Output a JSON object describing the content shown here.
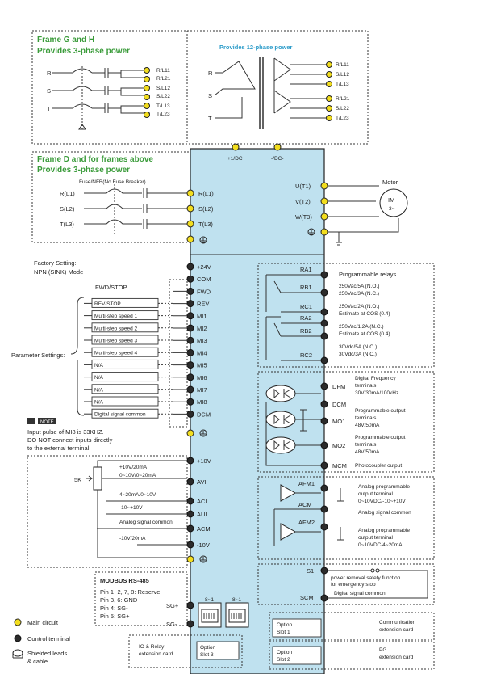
{
  "frame_gh": {
    "title1": "Frame G and H",
    "title2": "Provides 3-phase power",
    "phases": [
      "R",
      "S",
      "T"
    ],
    "out_top": [
      "R/L11",
      "S/L12",
      "T/L13"
    ],
    "out_bot": [
      "R/L21",
      "S/L22",
      "T/L23"
    ]
  },
  "twelve_phase": {
    "title": "Provides 12-phase power",
    "phases": [
      "R",
      "S",
      "T"
    ],
    "outputs": [
      "R/L11",
      "S/L12",
      "T/L13",
      "R/L21",
      "S/L22",
      "T/L23"
    ]
  },
  "frame_d": {
    "title1": "Frame D and for frames above",
    "title2": "Provides 3-phase power",
    "fuse_label": "Fuse/NFB(No Fuse Breaker)",
    "inputs": [
      "R(L1)",
      "S(L2)",
      "T(L3)"
    ]
  },
  "power_terminals": {
    "dc_pos": "+1/DC+",
    "dc_neg": "-/DC-",
    "inputs": [
      "R(L1)",
      "S(L2)",
      "T(L3)"
    ],
    "outputs": [
      "U(T1)",
      "V(T2)",
      "W(T3)"
    ]
  },
  "motor": {
    "label": "Motor",
    "name": "IM",
    "phase": "3~"
  },
  "factory": {
    "line1": "Factory Setting:",
    "line2": "NPN (SINK) Mode"
  },
  "control_terminals": [
    "+24V",
    "COM",
    "FWD",
    "REV",
    "MI1",
    "MI2",
    "MI3",
    "MI4",
    "MI5",
    "MI6",
    "MI7",
    "MI8",
    "DCM"
  ],
  "fwd_stop": "FWD/STOP",
  "param_label": "Parameter Settings:",
  "param_items": [
    "REV/STOP",
    "Multi-step speed 1",
    "Multi-step speed 2",
    "Multi-step speed 3",
    "Multi-step speed 4",
    "N/A",
    "N/A",
    "N/A",
    "N/A",
    "Digital signal common"
  ],
  "note": {
    "badge": "NOTE",
    "line1": "Input pulse of MI8 is 33KHZ.",
    "line2": "DO NOT connect inputs directly",
    "line3": "to the external terminal"
  },
  "analog_terminals": [
    "+10V",
    "AVI",
    "ACI",
    "AUI",
    "ACM",
    "-10V"
  ],
  "analog_labels": [
    "+10V/20mA",
    "0~10V/0~20mA",
    "4~20mA/0~10V",
    "-10~+10V",
    "Analog signal common",
    "-10V/20mA"
  ],
  "pot_label": "5K",
  "modbus": {
    "title": "MODBUS RS-485",
    "lines": [
      "Pin 1~2, 7, 8: Reserve",
      "Pin 3, 6: GND",
      "Pin 4: SG-",
      "Pin 5: SG+"
    ],
    "sg_plus": "SG+",
    "sg_minus": "SG-",
    "port_label": "8~1"
  },
  "relays": {
    "title": "Programmable relays",
    "terminals": [
      "RA1",
      "RB1",
      "RC1",
      "RA2",
      "RB2",
      "RC2"
    ],
    "specs": [
      "250Vac/5A (N.O.)",
      "250Vac/3A (N.C.)",
      "250Vac/2A (N.O.)",
      "Estimate at COS (0.4)",
      "250Vac/1.2A (N.C.)",
      "Estimate at COS (0.4)",
      "30Vdc/5A (N.O.)",
      "30Vdc/3A (N.C.)"
    ]
  },
  "digital_out": {
    "terminals": [
      "DFM",
      "DCM",
      "MO1",
      "MO2",
      "MCM"
    ],
    "dfm": [
      "Digital Frequency",
      "terminals",
      "30V/30mA/100kHz"
    ],
    "mo1": [
      "Programmable output",
      "terminals",
      "48V/50mA"
    ],
    "mo2": [
      "Programmable output",
      "terminals",
      "48V/50mA"
    ],
    "mcm": "Photocoupler output"
  },
  "analog_out": {
    "terminals": [
      "AFM1",
      "ACM",
      "AFM2"
    ],
    "afm1": [
      "Analog programmable",
      "output terminal",
      "0~10VDC/-10~+10V"
    ],
    "acm": "Analog signal common",
    "afm2": [
      "Analog programmable",
      "output terminal",
      "0~10VDC/4~20mA"
    ]
  },
  "safety": {
    "terminals": [
      "S1",
      "SCM"
    ],
    "text": [
      "power removal safety function",
      "for emergency stop"
    ],
    "common": "Digital signal common"
  },
  "slots": {
    "slot1": [
      "Option",
      "Slot 1"
    ],
    "slot2": [
      "Option",
      "Slot 2"
    ],
    "slot3": [
      "Option",
      "Slot 3"
    ],
    "comm": [
      "Communication",
      "extension card"
    ],
    "pg": [
      "PG",
      "extension card"
    ],
    "io": [
      "IO & Relay",
      "extension card"
    ]
  },
  "legend": {
    "main": "Main circuit",
    "control": "Control terminal",
    "shield1": "Shielded leads",
    "shield2": "& cable"
  }
}
